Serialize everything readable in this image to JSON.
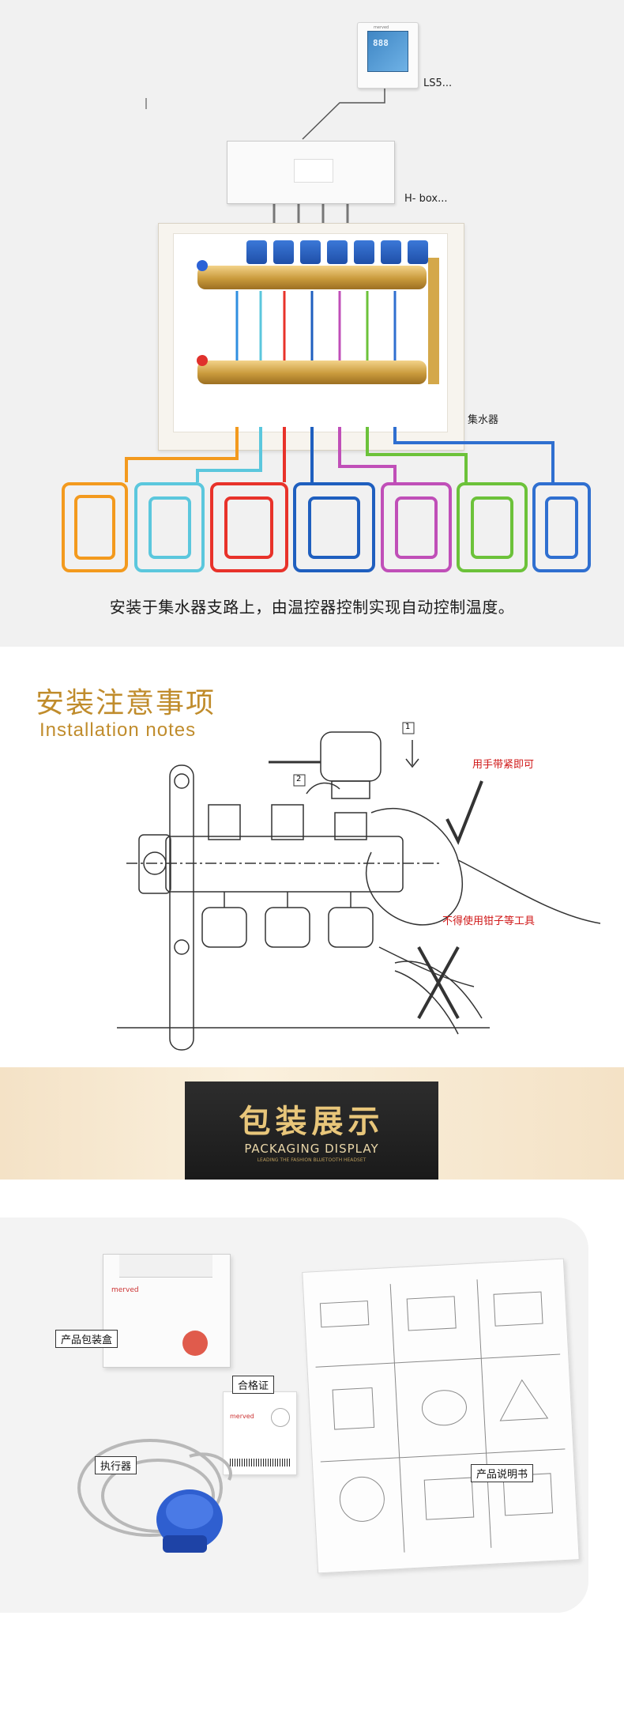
{
  "system": {
    "thermostat_label": "LS5...",
    "hbox_label": "H- box...",
    "manifold_label": "集水器",
    "caption": "安装于集水器支路上，由温控器控制实现自动控制温度。",
    "thermostat_screen": "888",
    "brand": "merved",
    "loop_colors": [
      "#f39a1e",
      "#5bc7dd",
      "#e8322a",
      "#1f5fbf",
      "#c04fb8",
      "#6cc23a",
      "#2f6fd0"
    ]
  },
  "notes": {
    "title": "安装注意事项",
    "subtitle": "Installation notes",
    "step1": "1",
    "step2": "2",
    "hand_tighten": "用手带紧即可",
    "no_tools": "不得使用钳子等工具"
  },
  "banner": {
    "title": "包装展示",
    "subtitle": "PACKAGING DISPLAY",
    "tiny": "LEADING THE FASHION BLUETOOTH HEADSET"
  },
  "pack": {
    "box_tag": "产品包装盒",
    "cert_tag": "合格证",
    "actuator_tag": "执行器",
    "manual_tag": "产品说明书",
    "brand": "merved"
  }
}
